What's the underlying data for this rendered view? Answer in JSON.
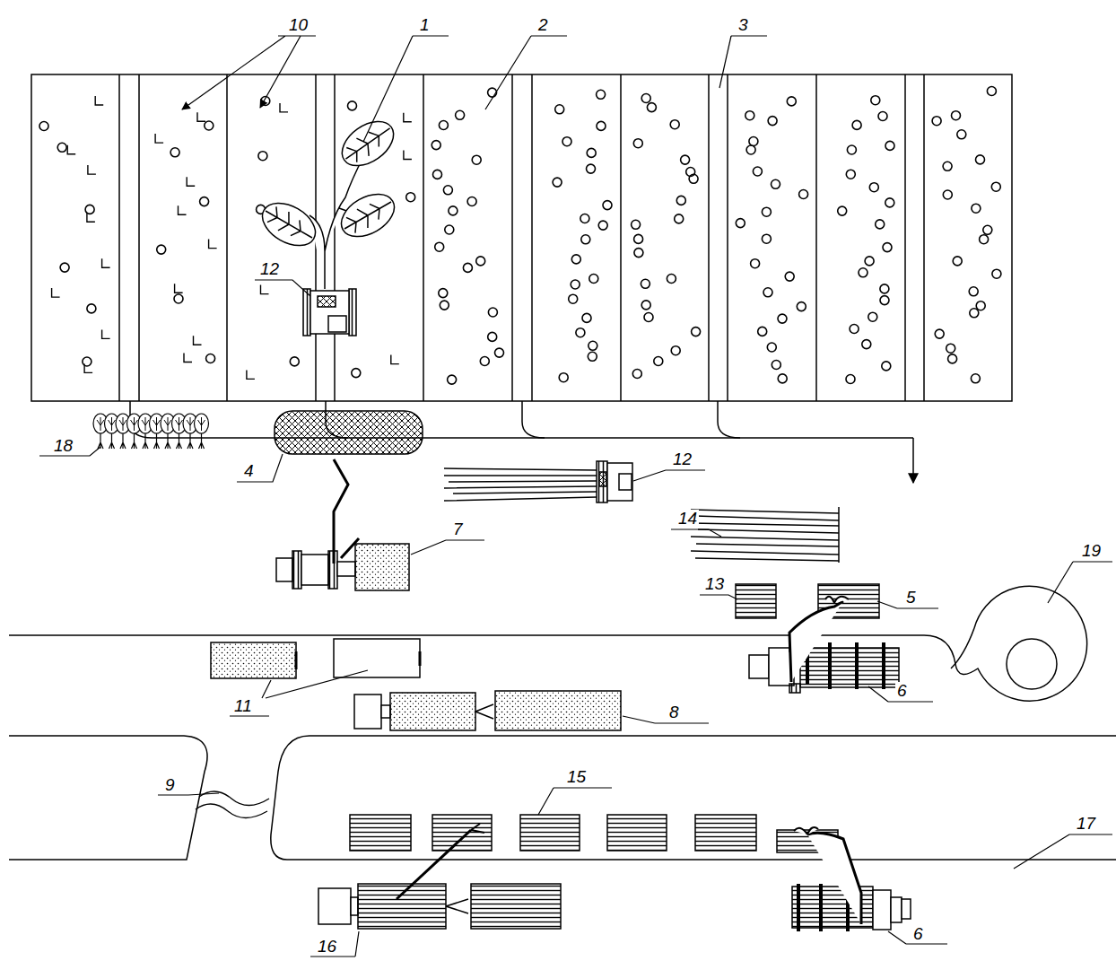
{
  "diagram": {
    "labels": [
      "10",
      "1",
      "2",
      "3",
      "12",
      "18",
      "4",
      "12",
      "7",
      "14",
      "13",
      "5",
      "19",
      "6",
      "11",
      "8",
      "9",
      "15",
      "17",
      "16",
      "6"
    ]
  }
}
